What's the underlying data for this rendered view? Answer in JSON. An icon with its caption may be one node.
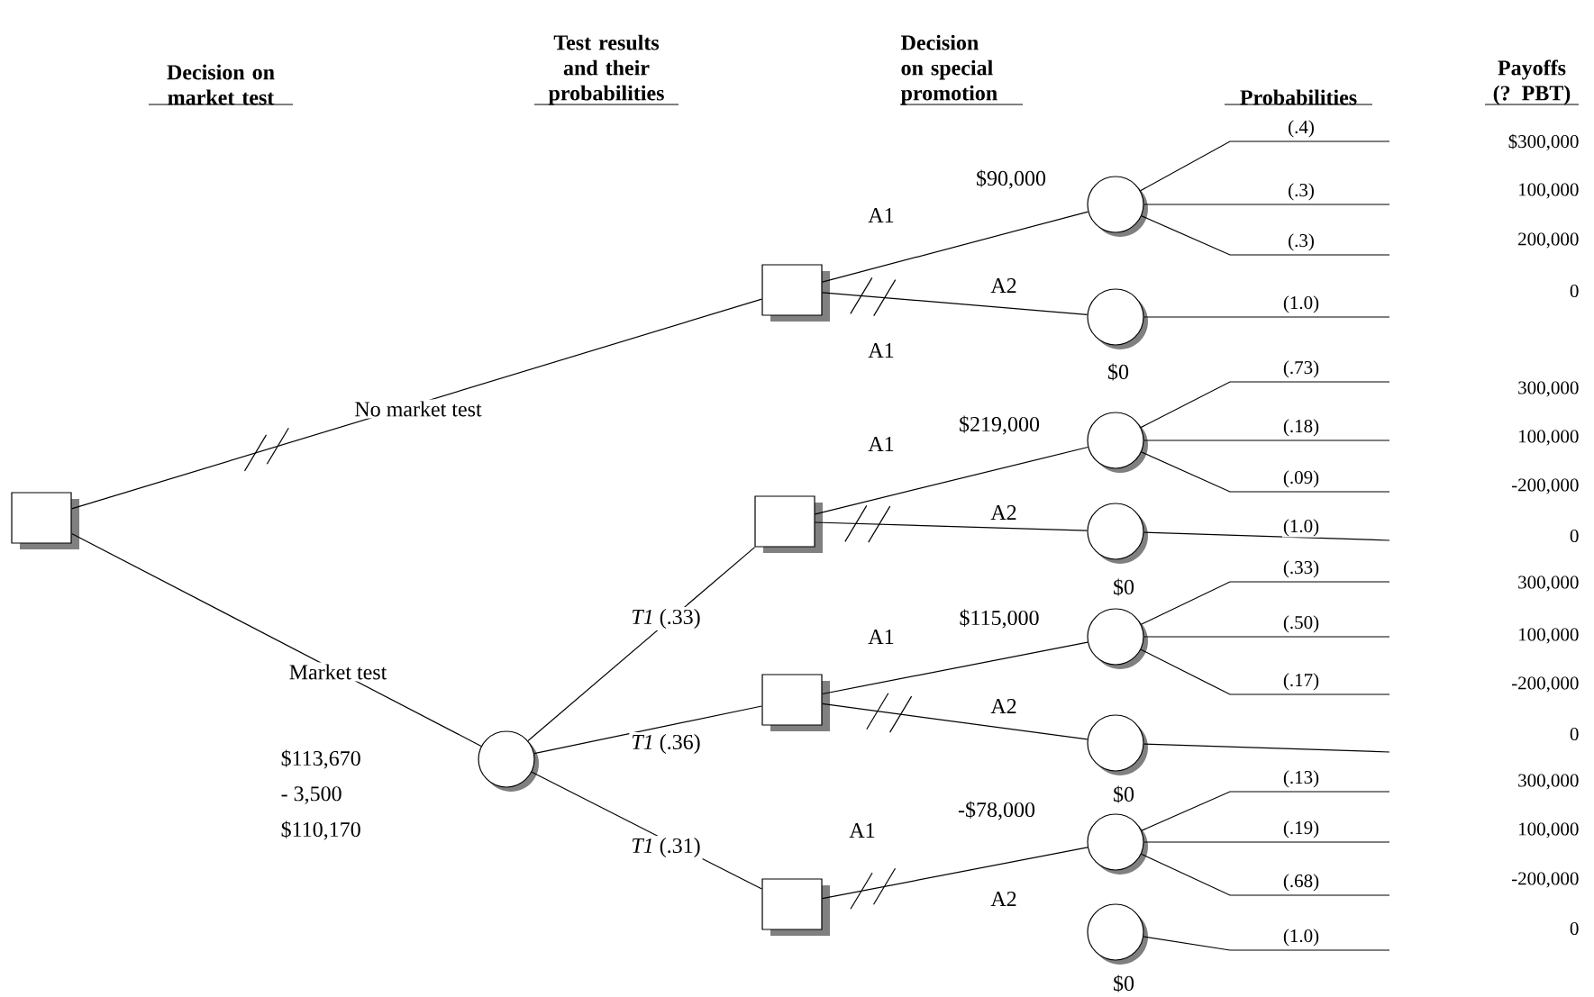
{
  "diagram": {
    "nodes": [
      {
        "text": [],
        "shape": "box"
      },
      {
        "text": [],
        "shape": "box"
      },
      {
        "text": [],
        "shape": "circle",
        "beside": [
          "$90,000"
        ]
      },
      {
        "text": [],
        "shape": "circle",
        "beside": [
          "$0"
        ]
      },
      {
        "text": [],
        "shape": "circle"
      },
      {
        "text": [],
        "shape": "box"
      },
      {
        "text": [],
        "shape": "circle",
        "beside": [
          "$219,000"
        ]
      },
      {
        "text": [],
        "shape": "circle",
        "beside": [
          "$0"
        ]
      },
      {
        "text": [],
        "shape": "box"
      },
      {
        "text": [],
        "shape": "circle",
        "beside": [
          "$115,000"
        ]
      },
      {
        "text": [],
        "shape": "circle",
        "beside": [
          "$0"
        ]
      },
      {
        "text": [],
        "shape": "box"
      },
      {
        "text": [],
        "shape": "circle",
        "beside": [
          "-$78,000"
        ]
      },
      {
        "text": [],
        "shape": "circle",
        "beside": [
          "$0"
        ]
      }
    ],
    "edges": [
      {
        "from": 0,
        "to": 1,
        "arrow": "none",
        "label": "No market test"
      },
      {
        "from": 0,
        "to": 4,
        "arrow": "none",
        "label": "Market test"
      },
      {
        "from": 1,
        "to": 2,
        "arrow": "none",
        "label": "A1"
      },
      {
        "from": 1,
        "to": 3,
        "arrow": "none",
        "label": "A2"
      },
      {
        "from": 2,
        "to": null,
        "arrow": "none",
        "label": "(.4)"
      },
      {
        "from": 2,
        "to": null,
        "arrow": "none",
        "label": "(.3)"
      },
      {
        "from": 2,
        "to": null,
        "arrow": "none",
        "label": "(.3)"
      },
      {
        "from": 3,
        "to": null,
        "arrow": "none",
        "label": "(1.0)"
      },
      {
        "from": 4,
        "to": 5,
        "arrow": "none",
        "label": "*T1* (.33)"
      },
      {
        "from": 4,
        "to": 8,
        "arrow": "none",
        "label": "*T1* (.36)"
      },
      {
        "from": 4,
        "to": 11,
        "arrow": "none",
        "label": "*T1* (.31)"
      },
      {
        "from": 5,
        "to": 6,
        "arrow": "none",
        "label": "A1"
      },
      {
        "from": 5,
        "to": 7,
        "arrow": "none",
        "label": "A2"
      },
      {
        "from": 6,
        "to": null,
        "arrow": "none",
        "label": "(.73)"
      },
      {
        "from": 6,
        "to": null,
        "arrow": "none",
        "label": "(.18)"
      },
      {
        "from": 6,
        "to": null,
        "arrow": "none",
        "label": "(.09)"
      },
      {
        "from": 7,
        "to": null,
        "arrow": "none",
        "label": "(1.0)"
      },
      {
        "from": 8,
        "to": 9,
        "arrow": "none",
        "label": "A1"
      },
      {
        "from": 8,
        "to": 10,
        "arrow": "none",
        "label": "A2"
      },
      {
        "from": 9,
        "to": null,
        "arrow": "none",
        "label": "(.33)"
      },
      {
        "from": 9,
        "to": null,
        "arrow": "none",
        "label": "(.50)"
      },
      {
        "from": 9,
        "to": null,
        "arrow": "none",
        "label": "(.17)"
      },
      {
        "from": 10,
        "to": null,
        "arrow": "none"
      },
      {
        "from": 11,
        "to": 12,
        "arrow": "none",
        "label": "A1"
      },
      {
        "from": 12,
        "to": null,
        "arrow": "none",
        "label": "(.13)"
      },
      {
        "from": 12,
        "to": null,
        "arrow": "none",
        "label": "(.19)"
      },
      {
        "from": 12,
        "to": null,
        "arrow": "none",
        "label": "(.68)"
      },
      {
        "from": 13,
        "to": null,
        "arrow": "none",
        "label": "(1.0)"
      }
    ],
    "labels": [
      "Decision on market test",
      "Test results and their probabilities",
      "Decision on special promotion",
      "Probabilities",
      "Payoffs (? PBT)",
      "A1",
      "$113,670",
      "- 3,500",
      "$110,170",
      "A2",
      "$300,000",
      "100,000",
      "200,000",
      "0",
      "300,000",
      "100,000",
      "-200,000",
      "0",
      "300,000",
      "100,000",
      "-200,000",
      "0",
      "300,000",
      "100,000",
      "-200,000",
      "0"
    ]
  }
}
